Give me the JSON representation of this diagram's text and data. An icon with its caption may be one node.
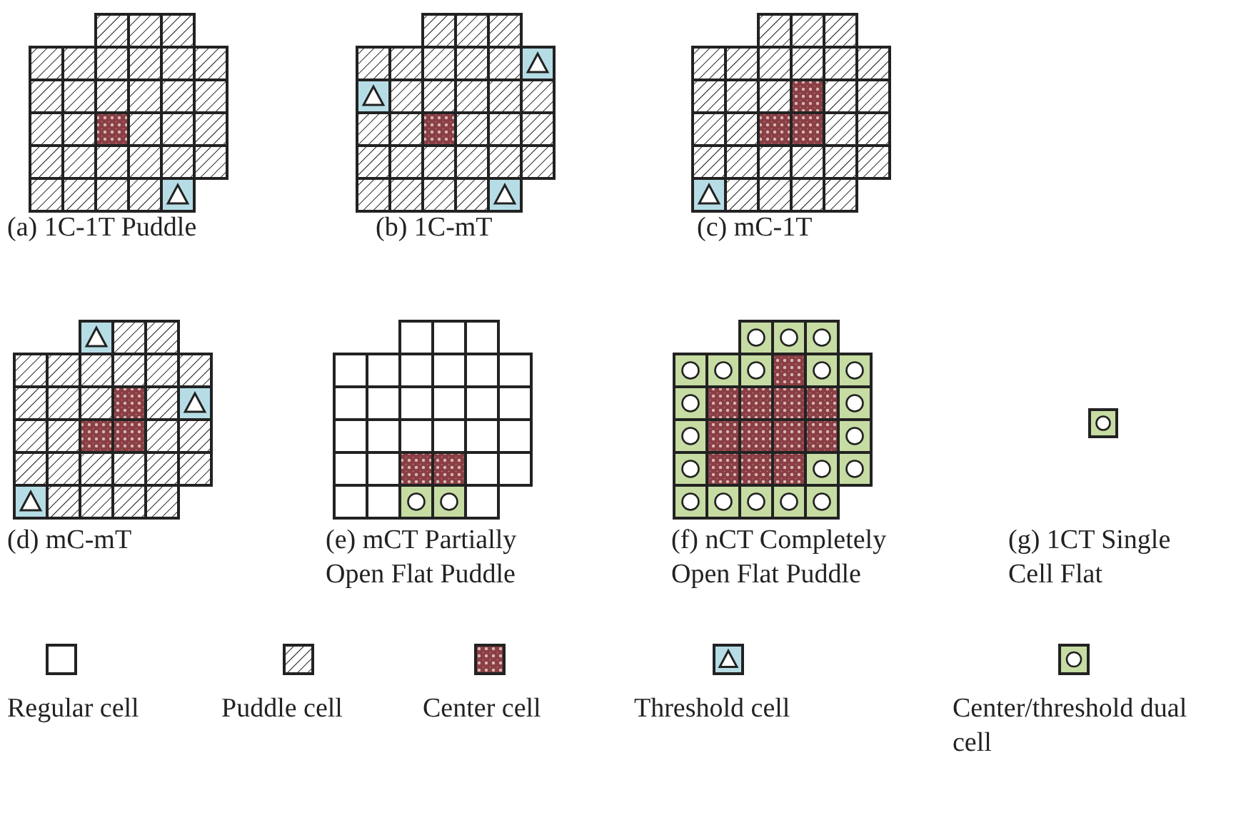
{
  "diagram": {
    "nodes": [
      {
        "text": [
          "(a) 1C-1T Puddle"
        ]
      },
      {
        "text": [
          "(b) 1C-mT"
        ]
      },
      {
        "text": [
          "(c) mC-1T"
        ]
      },
      {
        "text": [
          "(d) mC-mT"
        ]
      },
      {
        "text": [
          "(e) mCT Partially Open Flat Puddle"
        ]
      },
      {
        "text": [
          "(f) nCT Completely Open Flat Puddle"
        ]
      },
      {
        "text": [
          "(g) 1CT Single Cell Flat"
        ]
      }
    ],
    "legend": [
      {
        "text": "Regular cell"
      },
      {
        "text": "Puddle cell"
      },
      {
        "text": "Center cell"
      },
      {
        "text": "Threshold cell"
      },
      {
        "text": "Center/threshold dual cell"
      }
    ]
  }
}
